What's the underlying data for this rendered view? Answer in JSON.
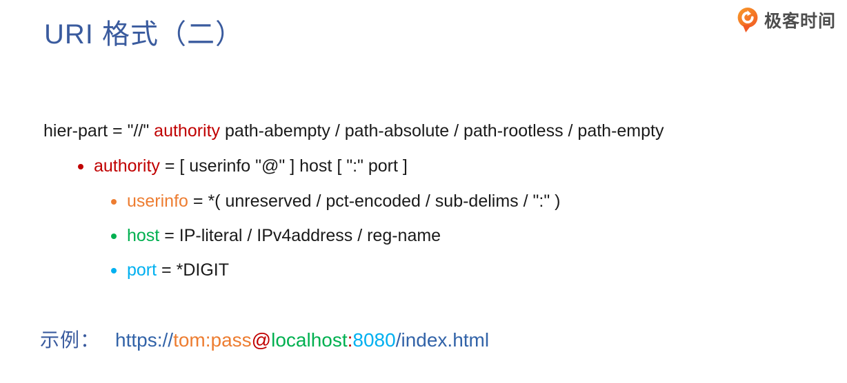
{
  "title": "URI 格式（二）",
  "logo": {
    "brand": "极客时间",
    "icon_color": "#F15A24"
  },
  "colors": {
    "title_blue": "#3A5B9E",
    "body_black": "#1A1A1A",
    "authority_red": "#C00000",
    "userinfo_orange": "#ED7D31",
    "host_green": "#00B050",
    "port_blue": "#00B0F0",
    "url_blue": "#3263A8"
  },
  "definition": {
    "prefix": "hier-part = \"//\" ",
    "keyword": "authority",
    "suffix": " path-abempty / path-absolute / path-rootless / path-empty"
  },
  "bullets": [
    {
      "keyword": "authority",
      "rest": " = [ userinfo \"@\" ] host [ \":\" port ]",
      "color": "#C00000"
    },
    {
      "keyword": "userinfo",
      "rest": " = *( unreserved / pct-encoded / sub-delims / \":\" )",
      "color": "#ED7D31"
    },
    {
      "keyword": "host",
      "rest": " = IP-literal / IPv4address / reg-name",
      "color": "#00B050"
    },
    {
      "keyword": "port",
      "rest": " = *DIGIT",
      "color": "#00B0F0"
    }
  ],
  "example": {
    "label": "示例：",
    "segments": [
      {
        "text": "https://",
        "color": "#3263A8"
      },
      {
        "text": "tom:pass",
        "color": "#ED7D31"
      },
      {
        "text": "@",
        "color": "#C00000"
      },
      {
        "text": "localhost",
        "color": "#00B050"
      },
      {
        "text": ":",
        "color": "#C00000"
      },
      {
        "text": "8080",
        "color": "#00B0F0"
      },
      {
        "text": "/index.html",
        "color": "#3263A8"
      }
    ]
  }
}
